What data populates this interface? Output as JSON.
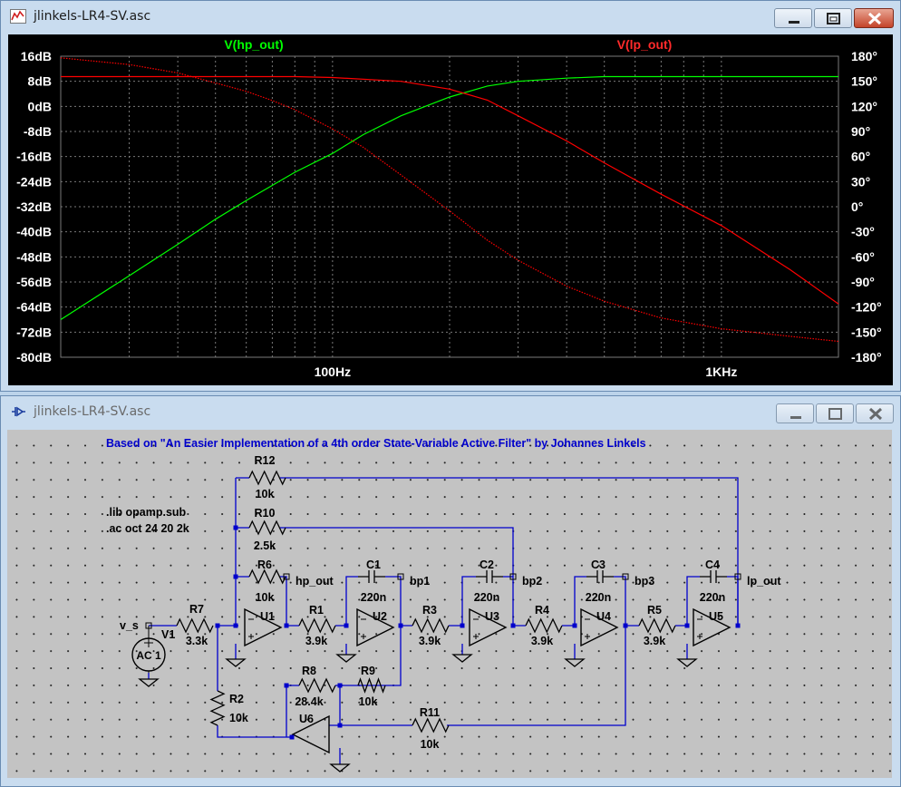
{
  "plot_window": {
    "title": "jlinkels-LR4-SV.asc",
    "icon": "waveform-icon",
    "legend": {
      "hp": "V(hp_out)",
      "lp": "V(lp_out)"
    },
    "colors": {
      "hp": "#00ff00",
      "lp": "#ff0000",
      "grid": "#7a7a7a",
      "text": "#ffffff"
    }
  },
  "chart_data": {
    "type": "line",
    "xscale": "log",
    "xlim": [
      20,
      2000
    ],
    "x_ticks": [
      "100Hz",
      "1KHz"
    ],
    "y_left_ticks": [
      "16dB",
      "8dB",
      "0dB",
      "-8dB",
      "-16dB",
      "-24dB",
      "-32dB",
      "-40dB",
      "-48dB",
      "-56dB",
      "-64dB",
      "-72dB",
      "-80dB"
    ],
    "y_right_ticks": [
      "180°",
      "150°",
      "120°",
      "90°",
      "60°",
      "30°",
      "0°",
      "-30°",
      "-60°",
      "-90°",
      "-120°",
      "-150°",
      "-180°"
    ],
    "ylim_left": [
      -80,
      16
    ],
    "ylim_right": [
      -180,
      180
    ],
    "series": [
      {
        "name": "V(hp_out)",
        "kind": "magnitude",
        "x": [
          20,
          30,
          40,
          50,
          60,
          80,
          100,
          120,
          150,
          200,
          250,
          300,
          400,
          500,
          700,
          1000,
          1500,
          2000
        ],
        "y": [
          -68,
          -54,
          -44,
          -36,
          -30,
          -21,
          -15,
          -9,
          -3,
          3,
          6.5,
          8,
          9,
          9.5,
          9.5,
          9.5,
          9.5,
          9.5
        ]
      },
      {
        "name": "V(lp_out)",
        "kind": "magnitude",
        "x": [
          20,
          30,
          50,
          80,
          100,
          150,
          200,
          250,
          300,
          400,
          500,
          700,
          1000,
          1500,
          2000
        ],
        "y": [
          9.5,
          9.5,
          9.5,
          9.5,
          9.2,
          8,
          5.5,
          2,
          -3,
          -11,
          -18,
          -28,
          -38,
          -52,
          -63
        ]
      },
      {
        "name": "V(lp_out)",
        "kind": "phase",
        "x": [
          20,
          30,
          40,
          50,
          60,
          70,
          80,
          100,
          120,
          150,
          200,
          250,
          300,
          400,
          500,
          700,
          1000,
          1500,
          2000
        ],
        "y": [
          178,
          170,
          160,
          148,
          138,
          127,
          116,
          93,
          71,
          38,
          -5,
          -40,
          -64,
          -95,
          -113,
          -133,
          -146,
          -155,
          -161
        ]
      }
    ]
  },
  "schematic_window": {
    "title": "jlinkels-LR4-SV.asc",
    "icon": "schematic-icon",
    "comment": "Based on \"An Easier Implementation of a 4th order State-Variable Active Filter\" by Johannes Linkels",
    "directives": [
      ".lib opamp.sub",
      ".ac oct 24 20 2k"
    ],
    "resistors": [
      {
        "ref": "R12",
        "value": "10k"
      },
      {
        "ref": "R10",
        "value": "2.5k"
      },
      {
        "ref": "R6",
        "value": "10k"
      },
      {
        "ref": "R7",
        "value": "3.3k"
      },
      {
        "ref": "R1",
        "value": "3.9k"
      },
      {
        "ref": "R3",
        "value": "3.9k"
      },
      {
        "ref": "R4",
        "value": "3.9k"
      },
      {
        "ref": "R5",
        "value": "3.9k"
      },
      {
        "ref": "R8",
        "value": "28.4k"
      },
      {
        "ref": "R9",
        "value": "10k"
      },
      {
        "ref": "R2",
        "value": "10k"
      },
      {
        "ref": "R11",
        "value": "10k"
      }
    ],
    "capacitors": [
      {
        "ref": "C1",
        "value": "220n"
      },
      {
        "ref": "C2",
        "value": "220n"
      },
      {
        "ref": "C3",
        "value": "220n"
      },
      {
        "ref": "C4",
        "value": "220n"
      }
    ],
    "opamps": [
      "U1",
      "U2",
      "U3",
      "U4",
      "U5",
      "U6"
    ],
    "nets": [
      "v_s",
      "hp_out",
      "bp1",
      "bp2",
      "bp3",
      "lp_out"
    ],
    "source": {
      "ref": "V1",
      "label": "AC 1"
    }
  }
}
